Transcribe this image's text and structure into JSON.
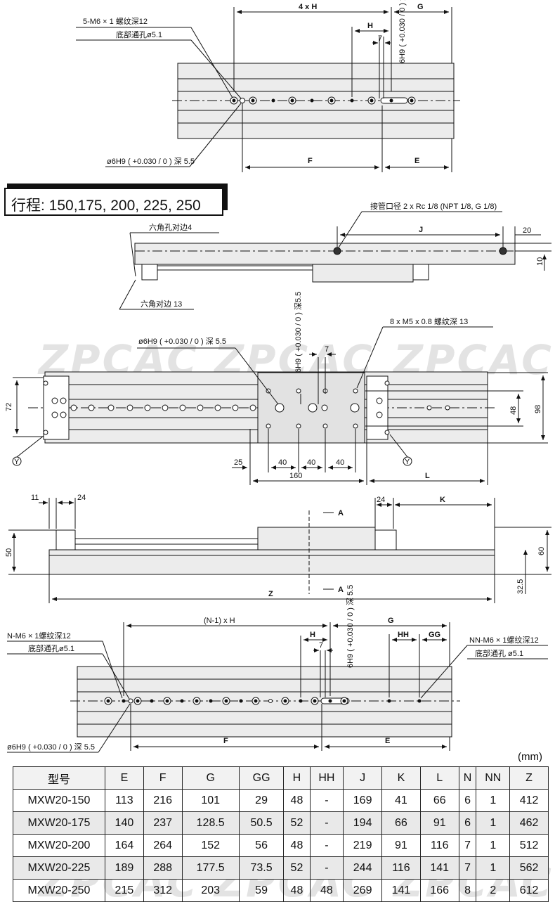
{
  "watermark": "ZPCAC",
  "top_view": {
    "label_threads": "5-M6 × 1 螺纹深12",
    "label_bottom_hole": "底部通孔ø5.1",
    "label_pin_hole": "ø6H9 ( +0.030 / 0 ) 深 5.5",
    "dim_4xH": "4 x H",
    "dim_G": "G",
    "dim_H": "H",
    "dim_7": "7",
    "dim_6H9": "6H9 ( +0.030 / 0 ) 深 5.5",
    "dim_F": "F",
    "dim_E": "E"
  },
  "stroke_banner": "行程: 150,175, 200, 225, 250",
  "side_view": {
    "label_port": "接管口径 2 x Rc 1/8 (NPT 1/8, G 1/8)",
    "label_hex4": "六角孔对边4",
    "label_hex13": "六角对边 13",
    "dim_J": "J",
    "dim_20": "20",
    "dim_10": "10"
  },
  "plan_view": {
    "label_pin_hole": "ø6H9 ( +0.030 / 0 ) 深 5.5",
    "label_6H9": "6H9 ( +0.030 / 0 ) 深5.5",
    "label_7": "7",
    "label_threads": "8 x M5 x 0.8 螺纹深 13",
    "dim_72": "72",
    "dim_48": "48",
    "dim_98": "98",
    "dim_25": "25",
    "dim_40a": "40",
    "dim_40b": "40",
    "dim_40c": "40",
    "dim_160": "160",
    "dim_L": "L",
    "mark_Y": "Y"
  },
  "front_view": {
    "dim_11": "11",
    "dim_24a": "24",
    "dim_24b": "24",
    "dim_K": "K",
    "dim_50": "50",
    "dim_60": "60",
    "dim_32_5": "32.5",
    "dim_Z": "Z",
    "section": "A"
  },
  "bottom_view": {
    "label_threads": "N-M6 × 1螺纹深12",
    "label_bottom_hole": "底部通孔ø5.1",
    "label_threads_nn": "NN-M6 × 1螺纹深12",
    "label_bottom_hole_nn": "底部通孔 ø5.1",
    "label_pin_hole": "ø6H9 ( +0.030 / 0 ) 深 5.5",
    "dim_N1H": "(N-1) x H",
    "dim_G": "G",
    "dim_H": "H",
    "dim_HH": "HH",
    "dim_GG": "GG",
    "dim_7": "7",
    "dim_6H9": "6H9 ( +0.030 / 0 ) 深 5.5",
    "dim_F": "F",
    "dim_E": "E"
  },
  "unit": "(mm)",
  "table": {
    "headers": [
      "型号",
      "E",
      "F",
      "G",
      "GG",
      "H",
      "HH",
      "J",
      "K",
      "L",
      "N",
      "NN",
      "Z"
    ],
    "rows": [
      [
        "MXW20-150",
        "113",
        "216",
        "101",
        "29",
        "48",
        "-",
        "169",
        "41",
        "66",
        "6",
        "1",
        "412"
      ],
      [
        "MXW20-175",
        "140",
        "237",
        "128.5",
        "50.5",
        "52",
        "-",
        "194",
        "66",
        "91",
        "6",
        "1",
        "462"
      ],
      [
        "MXW20-200",
        "164",
        "264",
        "152",
        "56",
        "48",
        "-",
        "219",
        "91",
        "116",
        "7",
        "1",
        "512"
      ],
      [
        "MXW20-225",
        "189",
        "288",
        "177.5",
        "73.5",
        "52",
        "-",
        "244",
        "116",
        "141",
        "7",
        "1",
        "562"
      ],
      [
        "MXW20-250",
        "215",
        "312",
        "203",
        "59",
        "48",
        "48",
        "269",
        "141",
        "166",
        "8",
        "2",
        "612"
      ]
    ]
  }
}
